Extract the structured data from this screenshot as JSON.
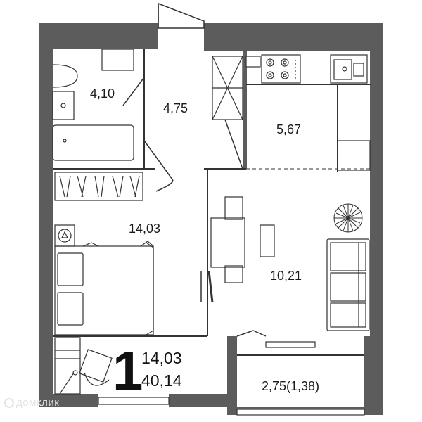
{
  "plan": {
    "rooms": [
      {
        "id": "bathroom",
        "area": "4,10"
      },
      {
        "id": "hall",
        "area": "4,75"
      },
      {
        "id": "kitchen",
        "area": "5,67"
      },
      {
        "id": "bedroom",
        "area": "14,03"
      },
      {
        "id": "living",
        "area": "10,21"
      },
      {
        "id": "balcony",
        "area": "2,75(1,38)"
      }
    ],
    "summary": {
      "rooms_count": "1",
      "living_area": "14,03",
      "total_area": "40,14"
    },
    "watermark": "домклик"
  },
  "colors": {
    "wall": "#5c5c5c",
    "line": "#333333",
    "background": "#ffffff"
  }
}
